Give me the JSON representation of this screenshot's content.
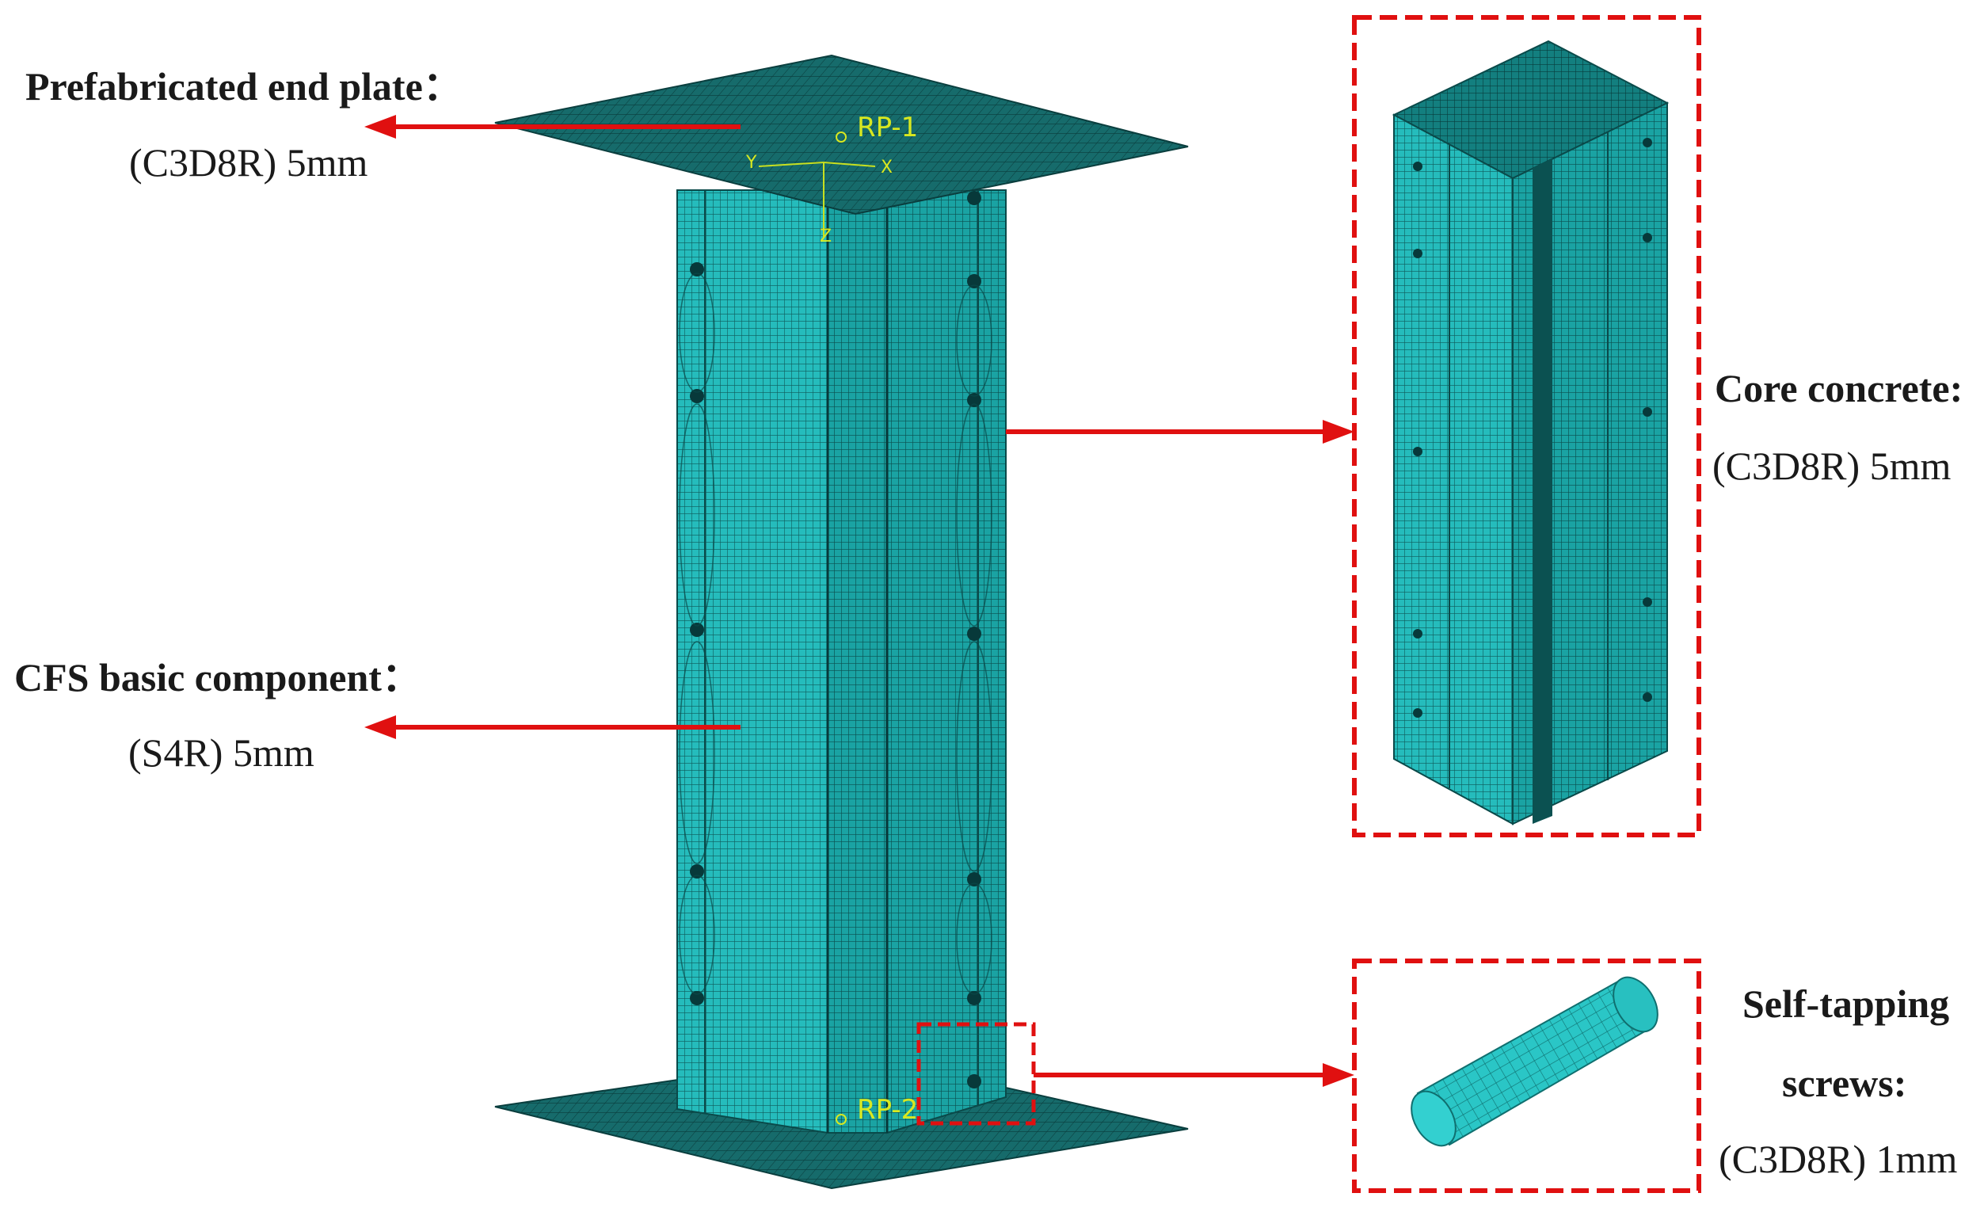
{
  "labels": {
    "end_plate_title": "Prefabricated end plate：",
    "end_plate_spec": "(C3D8R) 5mm",
    "cfs_title": "CFS basic component：",
    "cfs_spec": "(S4R) 5mm",
    "core_title": "Core concrete:",
    "core_spec": "(C3D8R) 5mm",
    "screw_title_1": "Self-tapping",
    "screw_title_2": "screws:",
    "screw_spec": "(C3D8R) 1mm",
    "rp1": "RP-1",
    "rp2": "RP-2",
    "axis_x": "X",
    "axis_y": "Y",
    "axis_z": "Z"
  },
  "colors": {
    "mesh_face": "#1aa8a8",
    "mesh_dark": "#0d5c5c",
    "plate": "#125e5e",
    "arrow": "#e01010",
    "callout_box": "#e01010",
    "marker_text": "#d8e820"
  }
}
